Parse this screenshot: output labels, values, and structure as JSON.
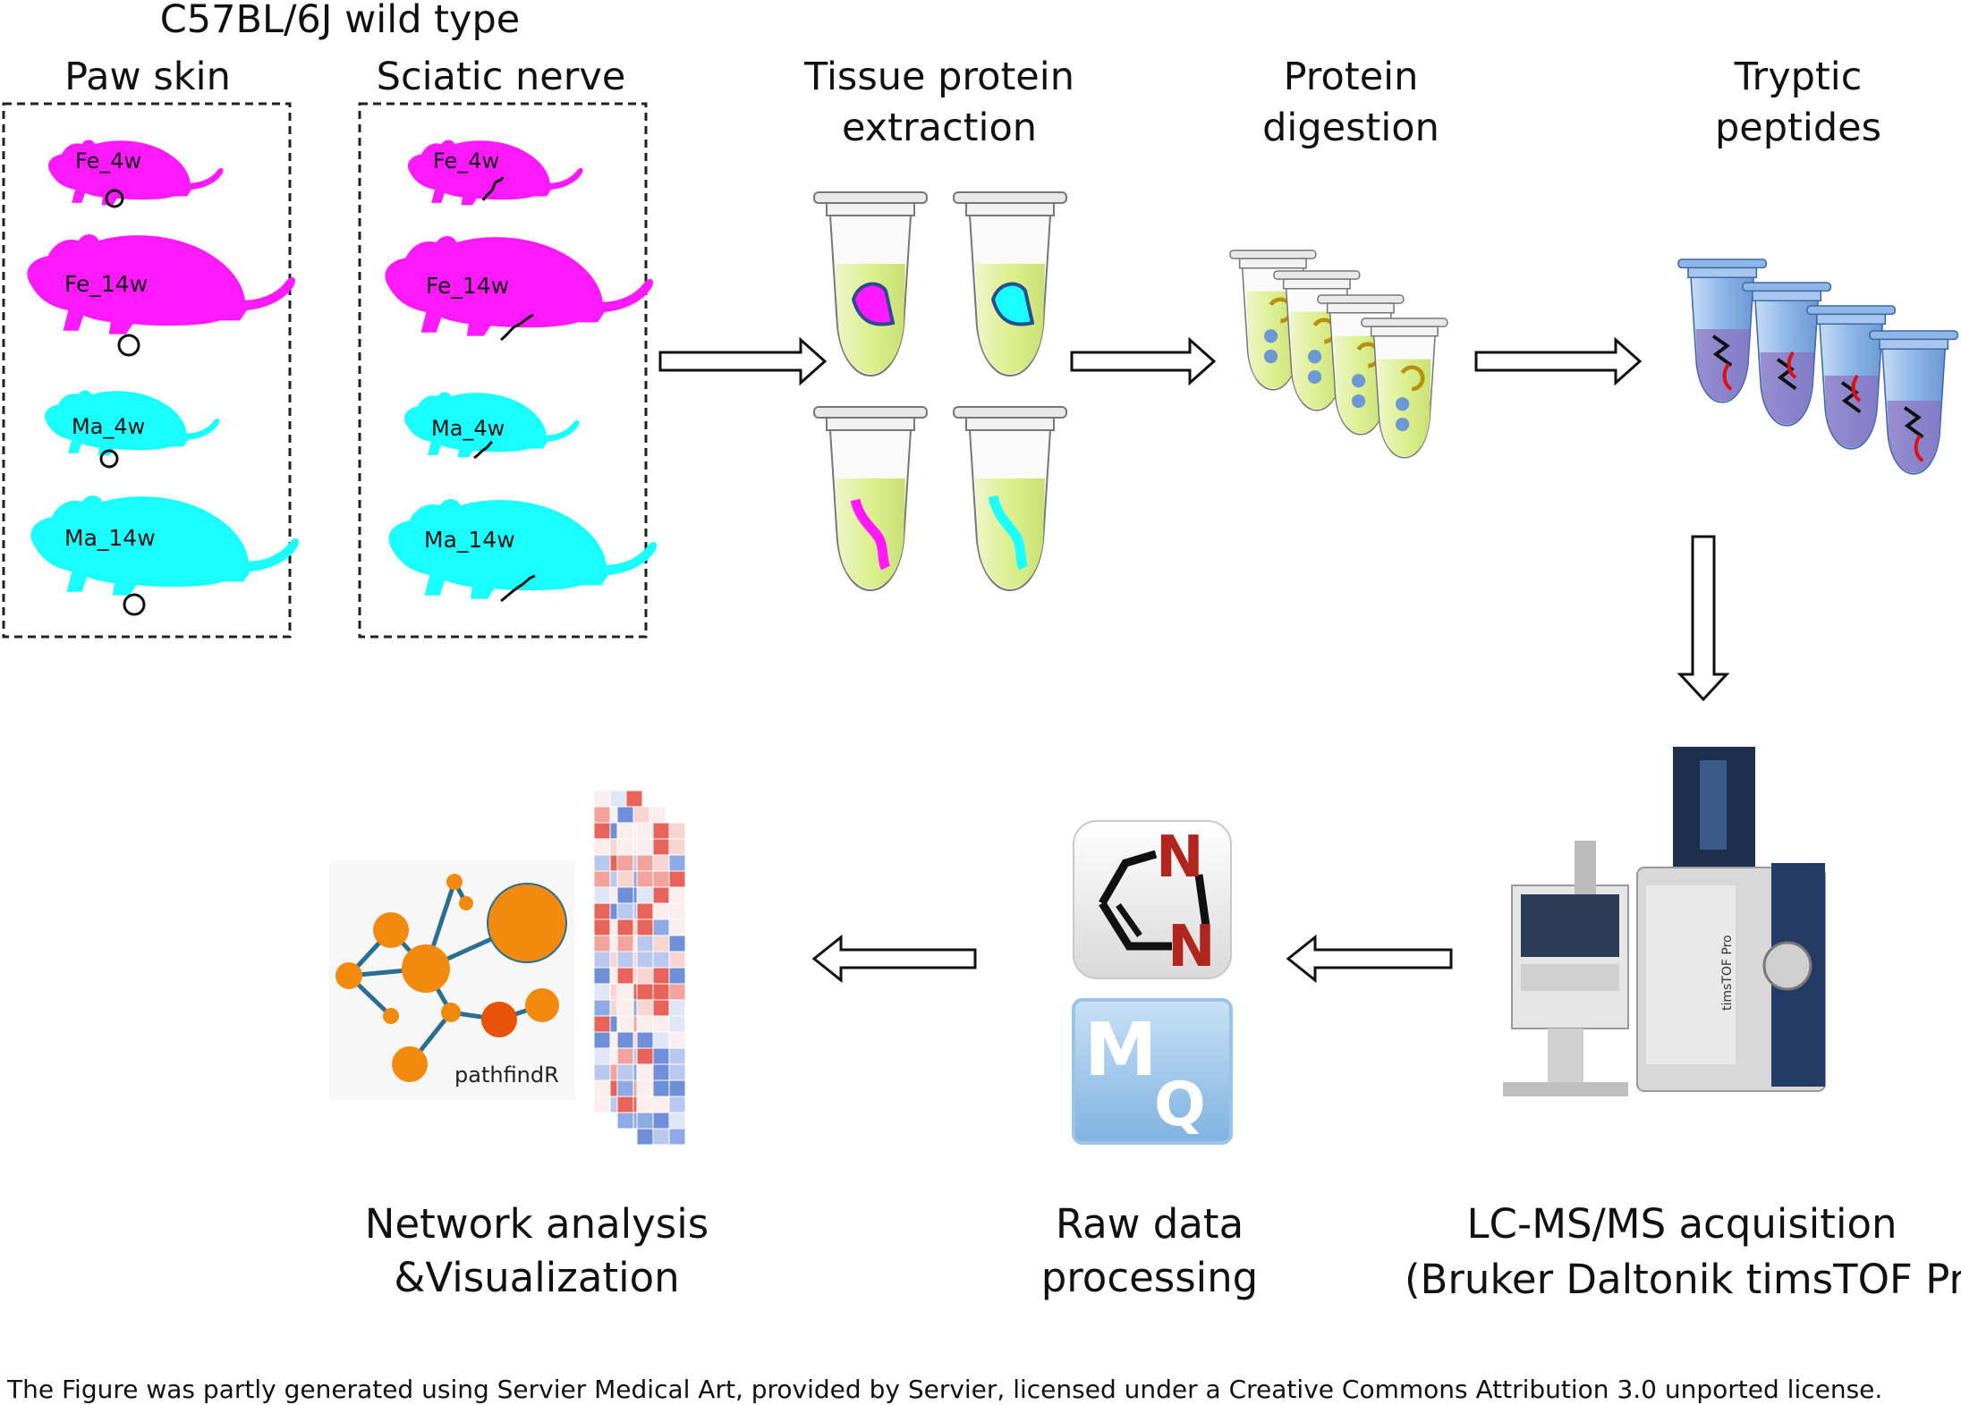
{
  "header": {
    "strain": "C57BL/6J wild type",
    "paw_skin": "Paw skin",
    "sciatic_nerve": "Sciatic nerve"
  },
  "mice": {
    "fe_4w": "Fe_4w",
    "fe_14w": "Fe_14w",
    "ma_4w": "Ma_4w",
    "ma_14w": "Ma_14w"
  },
  "steps": {
    "extraction_line1": "Tissue protein",
    "extraction_line2": "extraction",
    "digestion_line1": "Protein",
    "digestion_line2": "digestion",
    "peptides_line1": "Tryptic",
    "peptides_line2": "peptides",
    "lcms_line1": "LC-MS/MS acquisition",
    "lcms_line2": "(Bruker Daltonik timsTOF Pro)",
    "raw_line1": "Raw data",
    "raw_line2": "processing",
    "network_line1": "Network analysis",
    "network_line2": "&Visualization"
  },
  "logos": {
    "pathfindr": "pathfindR",
    "mq_m": "M",
    "mq_q": "Q",
    "nitrogen_1": "N",
    "nitrogen_2": "N",
    "instrument_brand": "timsTOF Pro"
  },
  "footer": "The Figure was partly generated using Servier Medical Art, provided by Servier, licensed under a Creative Commons Attribution 3.0 unported license.",
  "colors": {
    "female": "#ff19ff",
    "male": "#19ffff",
    "buffer": "#dcef8f",
    "peptide_tube": "#8fb6e8",
    "network_node": "#f28a10",
    "network_edge": "#2a6f8f",
    "heatmap_high": "#e8635a",
    "heatmap_low": "#6f8fd8"
  }
}
